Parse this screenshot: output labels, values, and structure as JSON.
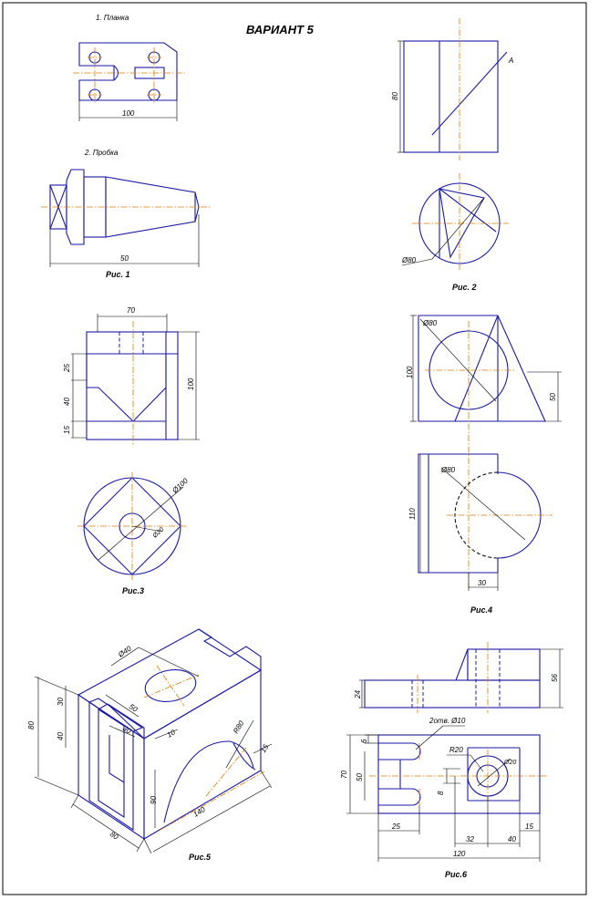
{
  "sheet": {
    "title": "ВАРИАНТ 5",
    "line_color": "#1a1aa8",
    "axis_color": "#e07b00",
    "dim_color": "#000000"
  },
  "fig1": {
    "label": "Рис. 1",
    "part1_name": "1. Планка",
    "part2_name": "2. Пробка",
    "dim_planka_width": "100",
    "dim_probka_length": "50"
  },
  "fig2": {
    "label": "Рис. 2",
    "dim_height": "80",
    "dim_diameter": "Ø80",
    "dim_a": "A"
  },
  "fig3": {
    "label": "Рис.3",
    "dim_top": "70",
    "dim_25": "25",
    "dim_40": "40",
    "dim_15": "15",
    "dim_100": "100",
    "dim_big_dia": "Ø100",
    "dim_small_dia": "Ø20"
  },
  "fig4": {
    "label": "Рис.4",
    "dim_100": "100",
    "dim_50": "50",
    "dim_dia_top": "Ø80",
    "dim_110": "110",
    "dim_dia_bottom": "Ø80",
    "dim_30": "30"
  },
  "fig5": {
    "label": "Рис.5",
    "dim_80_left": "80",
    "dim_30": "30",
    "dim_40": "40",
    "dim_50": "50",
    "dim_30b": "30",
    "dim_10": "10",
    "dim_r80": "R80",
    "dim_r15": "15",
    "dim_90": "90",
    "dim_140": "140",
    "dim_80_bottom": "80",
    "dim_dia": "Ø40"
  },
  "fig6": {
    "label": "Рис.6",
    "dim_56": "56",
    "dim_24": "24",
    "dim_holes": "2отв. Ø10",
    "dim_r20": "R20",
    "dim_dia": "Ø20",
    "dim_6": "6",
    "dim_70": "70",
    "dim_50": "50",
    "dim_8": "8",
    "dim_25": "25",
    "dim_32": "32",
    "dim_40": "40",
    "dim_15": "15",
    "dim_120": "120"
  }
}
